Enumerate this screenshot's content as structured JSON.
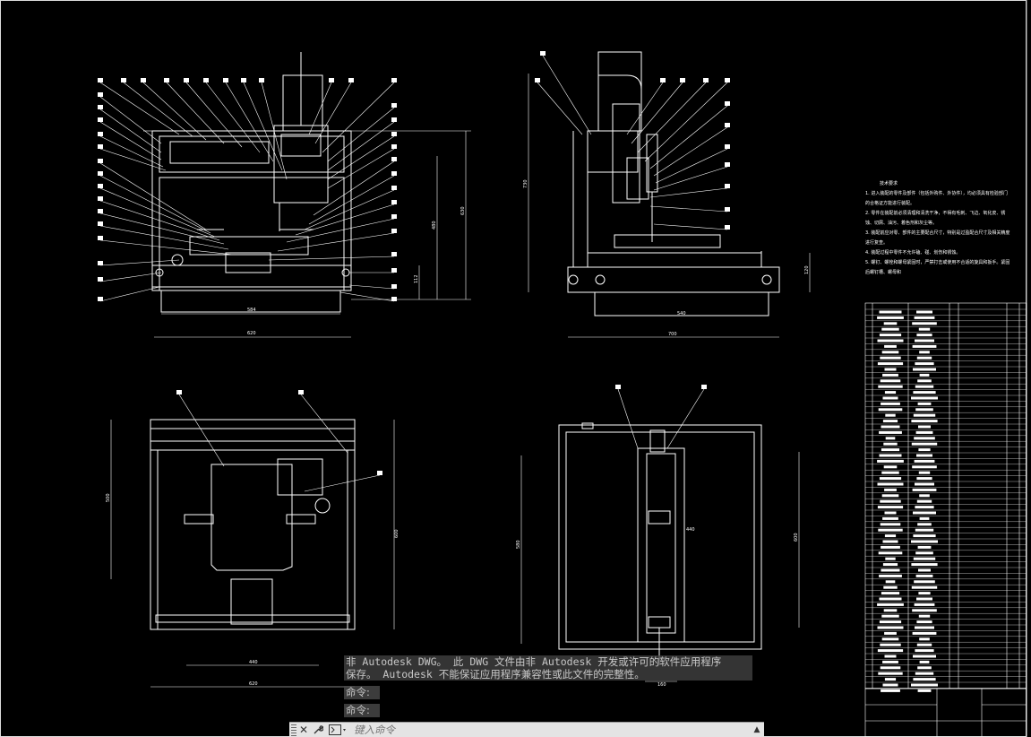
{
  "app": {
    "title": "AutoCAD"
  },
  "drawing": {
    "notes_title": "技术要求",
    "notes": [
      "1. 进入装配的零件及部件（包括外购件、外协件），均必须具有检验部门",
      "的合格证方能进行装配。",
      "2. 零件在装配前必须清理和清洗干净，不得有毛刺、飞边、氧化皮、锈",
      "蚀、切屑、油污、着色剂和灰尘等。",
      "3. 装配前应对零、部件的主要配合尺寸，特别是过盈配合尺寸及相关精度",
      "进行复查。",
      "4. 装配过程中零件不允许磕、碰、划伤和锈蚀。",
      "5. 螺钉、螺栓和螺母紧固时，严禁打击或使用不合适的旋具和扳手。紧固",
      "后螺钉槽、螺母和"
    ],
    "dims": {
      "front_inner": "584",
      "front_outer": "620",
      "front_h1": "630",
      "front_h2": "480",
      "front_h3": "112",
      "side_h": "730",
      "side_inner": "540",
      "side_outer": "700",
      "side_small": "120",
      "top_w1": "440",
      "top_w2": "620",
      "top_h1": "500",
      "top_h2": "600",
      "right_w": "160",
      "right_h1": "580",
      "right_h2": "600",
      "right_h3": "440"
    }
  },
  "command": {
    "history_line1": "非 Autodesk DWG。  此 DWG 文件由非 Autodesk 开发或许可的软件应用程序",
    "history_line2": "保存。  Autodesk 不能保证应用程序兼容性或此文件的完整性。",
    "prompt1": "命令:",
    "prompt2": "命令:",
    "placeholder": "键入命令",
    "close_icon": "close-icon",
    "customize_icon": "wrench-icon"
  },
  "colors": {
    "background": "#000000",
    "lines": "#ffffff",
    "cmdbar": "#e4e4e4"
  }
}
